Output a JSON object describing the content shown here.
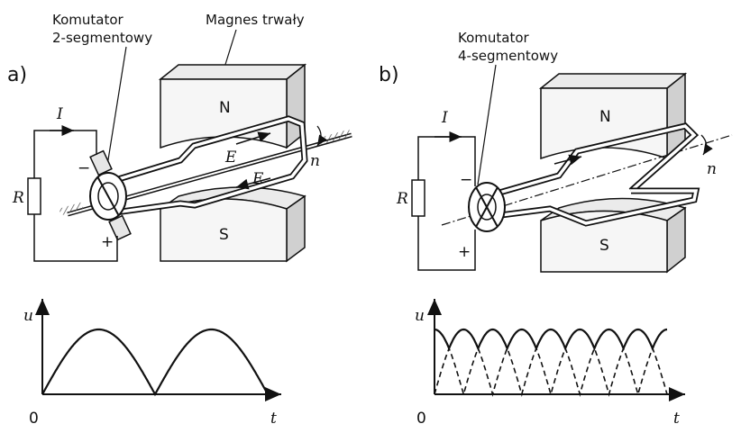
{
  "panel_a": {
    "letter": "a)",
    "commutator_label_1": "Komutator",
    "commutator_label_2": "2-segmentowy",
    "magnet_label": "Magnes trwały",
    "pole_north": "N",
    "pole_south": "S",
    "current": "I",
    "resistor": "R",
    "emf_top": "E",
    "emf_bottom": "E",
    "speed": "n",
    "minus": "−",
    "plus": "+",
    "graph": {
      "y_label": "u",
      "x_label": "t",
      "origin": "0"
    }
  },
  "panel_b": {
    "letter": "b)",
    "commutator_label_1": "Komutator",
    "commutator_label_2": "4-segmentowy",
    "pole_north": "N",
    "pole_south": "S",
    "current": "I",
    "resistor": "R",
    "speed": "n",
    "minus": "−",
    "plus": "+",
    "graph": {
      "y_label": "u",
      "x_label": "t",
      "origin": "0"
    }
  },
  "waveforms": {
    "a": {
      "kind": "full-wave rectified sine",
      "half_periods": 2
    },
    "b": {
      "kind": "two phase-shifted rectified sines",
      "half_periods": 4,
      "phase_shift_fraction": 0.5
    }
  }
}
